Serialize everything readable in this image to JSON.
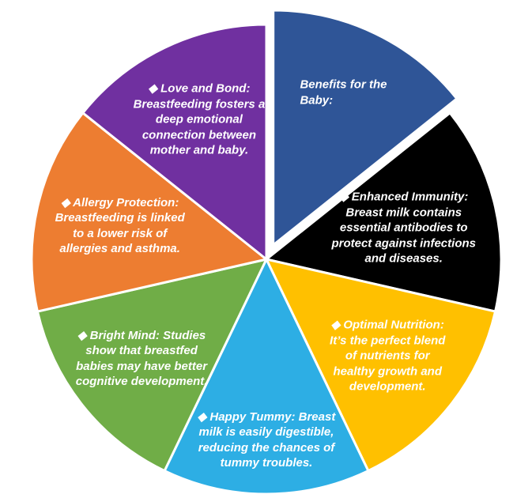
{
  "figure": {
    "background": "#ffffff"
  },
  "chart_data": {
    "type": "pie",
    "title": "Benefits for the Baby:",
    "direction": "clockwise",
    "start_angle": "top",
    "bullet_char": "◆",
    "legend": "none",
    "slices": [
      {
        "title": "Benefits for the Baby:",
        "description": "",
        "value": 1,
        "color": "#2F5597",
        "text_color": "#ffffff",
        "bullet": false,
        "exploded": true
      },
      {
        "title": "Enhanced Immunity:",
        "description": "Breast milk contains essential antibodies to protect against infections and diseases.",
        "value": 1,
        "color": "#000000",
        "text_color": "#ffffff",
        "bullet": true,
        "exploded": false
      },
      {
        "title": "Optimal Nutrition:",
        "description": "It’s the perfect blend of nutrients for healthy growth and development.",
        "value": 1,
        "color": "#FFC000",
        "text_color": "#ffffff",
        "bullet": true,
        "exploded": false
      },
      {
        "title": "Happy Tummy:",
        "description": "Breast milk is easily digestible, reducing the chances of tummy troubles.",
        "value": 1,
        "color": "#2DAEE4",
        "text_color": "#ffffff",
        "bullet": true,
        "exploded": false
      },
      {
        "title": "Bright Mind:",
        "description": "Studies show that breastfed babies may have better cognitive development.",
        "value": 1,
        "color": "#70AD47",
        "text_color": "#ffffff",
        "bullet": true,
        "exploded": false
      },
      {
        "title": "Allergy Protection:",
        "description": "Breastfeeding is linked to a lower risk of allergies and asthma.",
        "value": 1,
        "color": "#ED7D31",
        "text_color": "#ffffff",
        "bullet": true,
        "exploded": false
      },
      {
        "title": "Love and Bond:",
        "description": "Breastfeeding fosters a deep emotional connection between mother and baby.",
        "value": 1,
        "color": "#7030A0",
        "text_color": "#ffffff",
        "bullet": true,
        "exploded": false
      }
    ]
  }
}
